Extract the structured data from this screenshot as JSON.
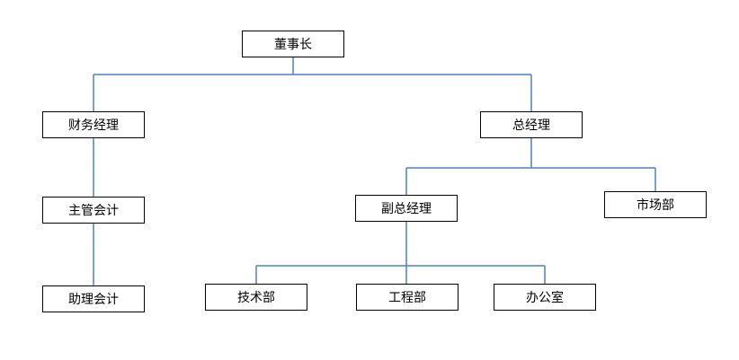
{
  "org_chart": {
    "nodes": {
      "chairman": "董事长",
      "finance_manager": "财务经理",
      "general_manager": "总经理",
      "supervising_accountant": "主管会计",
      "deputy_general_manager": "副总经理",
      "marketing_dept": "市场部",
      "assistant_accountant": "助理会计",
      "technical_dept": "技术部",
      "engineering_dept": "工程部",
      "office": "办公室"
    },
    "edges": [
      [
        "chairman",
        "finance_manager"
      ],
      [
        "chairman",
        "general_manager"
      ],
      [
        "finance_manager",
        "supervising_accountant"
      ],
      [
        "supervising_accountant",
        "assistant_accountant"
      ],
      [
        "general_manager",
        "deputy_general_manager"
      ],
      [
        "general_manager",
        "marketing_dept"
      ],
      [
        "deputy_general_manager",
        "technical_dept"
      ],
      [
        "deputy_general_manager",
        "engineering_dept"
      ],
      [
        "deputy_general_manager",
        "office"
      ]
    ],
    "connector_color": "#4f81bd"
  }
}
